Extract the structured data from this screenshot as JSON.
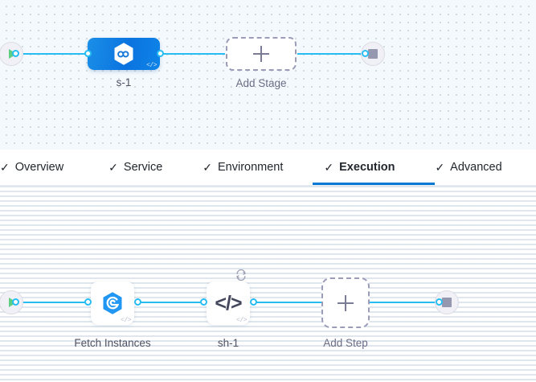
{
  "theme": {
    "accent_blue": "#0278d5",
    "edge_blue": "#27bdf3",
    "stage_blue": "#0b73df",
    "play_green": "#5fce80",
    "stop_grey": "#9698b0",
    "dashed_grey": "#9a9cb8",
    "label_grey": "#4f5162",
    "stage_canvas_bg": "#f3f9fd",
    "step_canvas_bg": "#ffffff"
  },
  "stage_canvas": {
    "start_node": {
      "name": "pipeline-start",
      "icon": "play-icon"
    },
    "end_node": {
      "name": "pipeline-end",
      "icon": "stop-icon"
    },
    "stage": {
      "label": "s-1",
      "icon": "hexagon-infinity-icon",
      "code_badge": "</>"
    },
    "add_stage": {
      "label": "Add Stage",
      "icon": "plus-icon"
    }
  },
  "tabs": [
    {
      "label": "Overview",
      "icon": "check-icon",
      "active": false
    },
    {
      "label": "Service",
      "icon": "check-icon",
      "active": false
    },
    {
      "label": "Environment",
      "icon": "check-icon",
      "active": false
    },
    {
      "label": "Execution",
      "icon": "check-icon",
      "active": true
    },
    {
      "label": "Advanced",
      "icon": "check-icon",
      "active": false
    }
  ],
  "tab_check_glyph": "✓",
  "step_canvas": {
    "start_node": {
      "name": "execution-start",
      "icon": "play-icon"
    },
    "end_node": {
      "name": "execution-end",
      "icon": "stop-icon"
    },
    "steps": [
      {
        "label": "Fetch Instances",
        "icon": "hexagon-swirl-icon",
        "code_badge": "</>",
        "has_loop": false
      },
      {
        "label": "sh-1",
        "icon": "code-brackets-icon",
        "glyph": "</>",
        "code_badge": "</>",
        "has_loop": true,
        "loop_icon": "loop-strategy-icon"
      }
    ],
    "add_step": {
      "label": "Add Step",
      "icon": "plus-icon"
    }
  }
}
